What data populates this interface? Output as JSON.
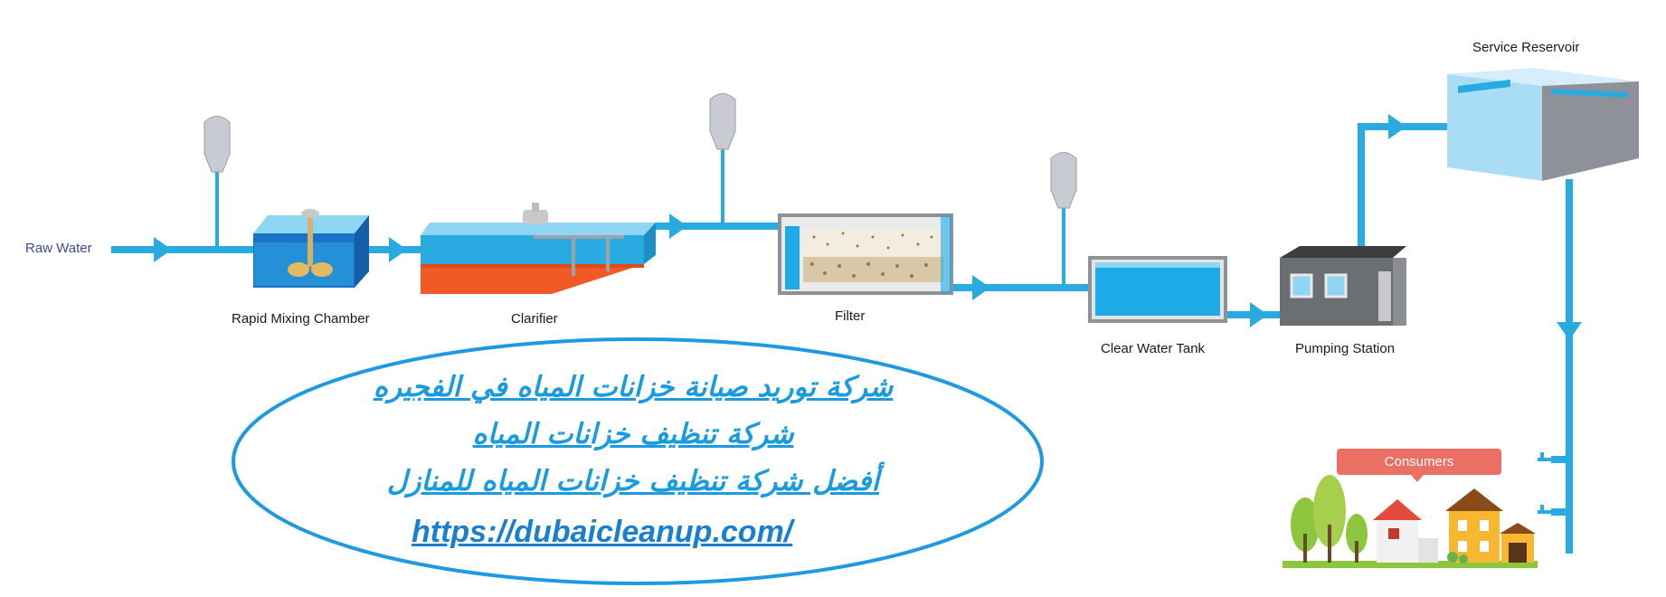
{
  "labels": {
    "raw_water": "Raw Water",
    "rapid_mixing": "Rapid Mixing Chamber",
    "clarifier": "Clarifier",
    "filter": "Filter",
    "clear_water_tank": "Clear Water Tank",
    "pumping_station": "Pumping Station",
    "service_reservoir": "Service Reservoir",
    "consumers": "Consumers"
  },
  "overlay": {
    "line1": "شركة توريد صيانة خزانات المياه في الفجيره",
    "line2": "شركة تنظيف خزانات المياه",
    "line3": "أفضل شركة تنظيف خزانات المياه للمنازل",
    "url": "https://dubaicleanup.com/"
  },
  "colors": {
    "pipe": "#29abe2",
    "water": "#1eaae7",
    "sludge": "#f15a24",
    "ellipse": "#1f9ae0",
    "badge": "#ec6f66"
  }
}
